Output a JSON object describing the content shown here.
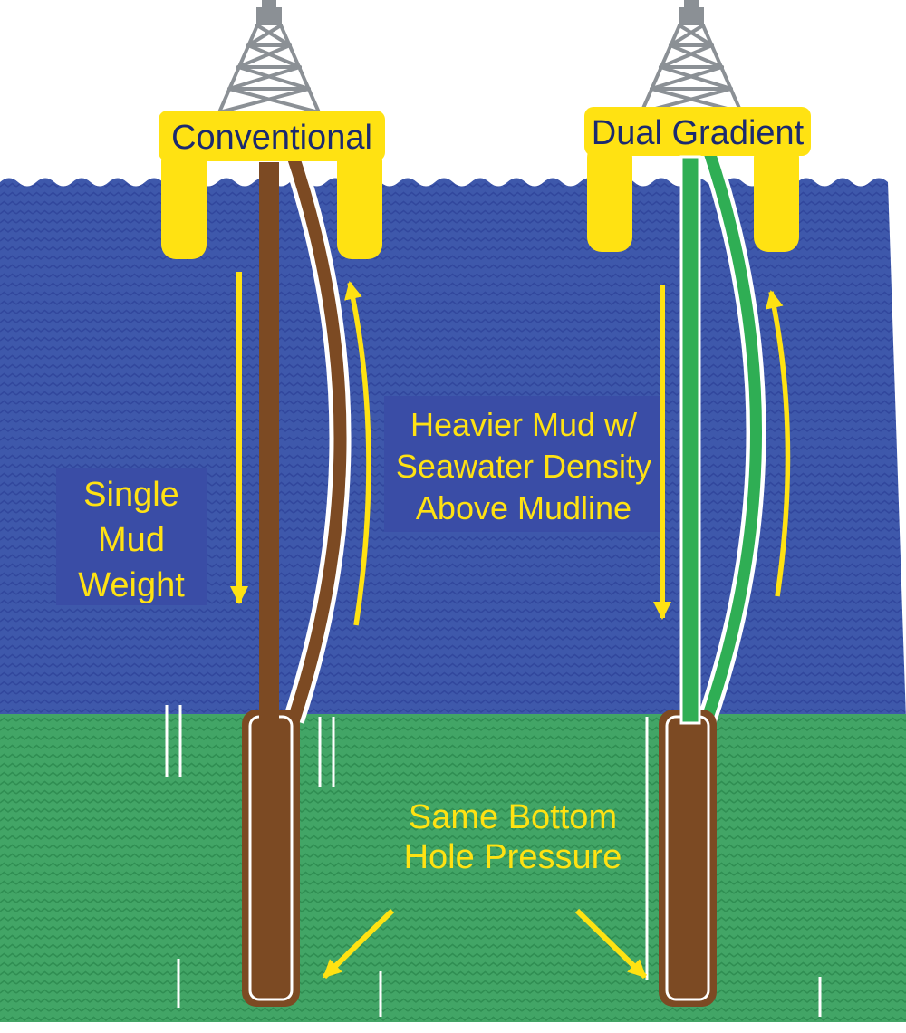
{
  "diagram": {
    "title": "Conventional vs Dual Gradient offshore drilling comparison",
    "left_rig": {
      "label": "Conventional"
    },
    "right_rig": {
      "label": "Dual Gradient"
    },
    "callouts": {
      "single_mud": {
        "lines": [
          "Single",
          "Mud",
          "Weight"
        ]
      },
      "heavier_mud": {
        "lines": [
          "Heavier Mud w/",
          "Seawater Density",
          "Above Mudline"
        ]
      },
      "bottom_hole": {
        "lines": [
          "Same Bottom",
          "Hole Pressure"
        ]
      }
    },
    "colors": {
      "sea_blue": "#3E58AB",
      "sea_texture": "#31479D",
      "seabed_green": "#42A566",
      "seabed_texture": "#2F8E52",
      "platform_yellow": "#FFE212",
      "pipe_brown": "#7C4A23",
      "riser_green": "#2FAE54",
      "label_navy": "#1B2A70",
      "callout_box_blue": "#3A4DA6",
      "derrick_grey": "#8B9095",
      "arrow_yellow": "#FFE212"
    }
  }
}
